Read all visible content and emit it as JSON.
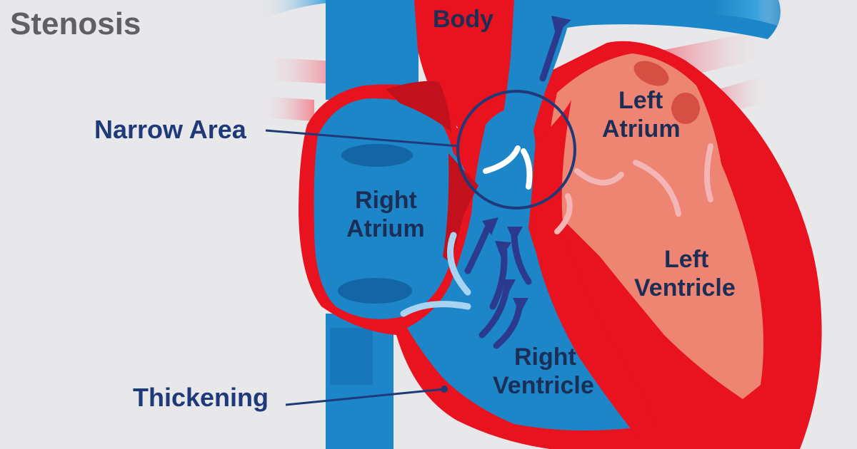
{
  "title": {
    "line2": "Stenosis"
  },
  "labels": {
    "to_body": "Body",
    "narrow_area": "Narrow Area",
    "right_atrium_1": "Right",
    "right_atrium_2": "Atrium",
    "left_atrium_1": "Left",
    "left_atrium_2": "Atrium",
    "left_ventricle_1": "Left",
    "left_ventricle_2": "Ventricle",
    "right_ventricle_1": "Right",
    "right_ventricle_2": "Ventricle",
    "thickening": "Thickening"
  },
  "colors": {
    "background": "#e8e7ea",
    "deoxygenated_blue": "#1c86c8",
    "dark_blue": "#1465a5",
    "oxygenated_red": "#e8131f",
    "dark_red": "#c2101d",
    "left_heart_salmon": "#ee8573",
    "arrow_navy": "#2b3a8c",
    "callout_navy": "#1f3a78",
    "title_gray": "#5e6065"
  }
}
